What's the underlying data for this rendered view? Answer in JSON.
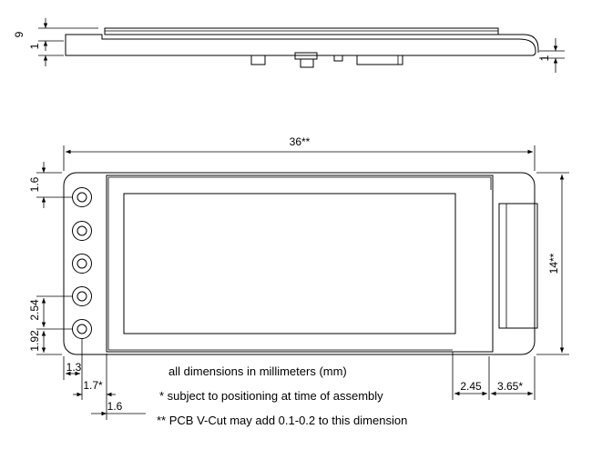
{
  "side_view": {
    "dim_thickness": "9",
    "dim_pcb_left": "1",
    "dim_pcb_right": "1"
  },
  "top_view": {
    "dim_length": "36**",
    "dim_height": "14**",
    "dim_top_margin": "1.6",
    "dim_hole_pitch": "2.54",
    "dim_hole_bottom": "1.92",
    "dim_hole_x": "1.3",
    "dim_hole_x2": "1.7*",
    "dim_left_margin": "1.6",
    "dim_right_inner": "2.45",
    "dim_connector": "3.65*"
  },
  "notes": [
    "all dimensions in millimeters (mm)",
    "* subject to positioning at time of assembly",
    "** PCB V-Cut may add 0.1-0.2 to this dimension"
  ]
}
